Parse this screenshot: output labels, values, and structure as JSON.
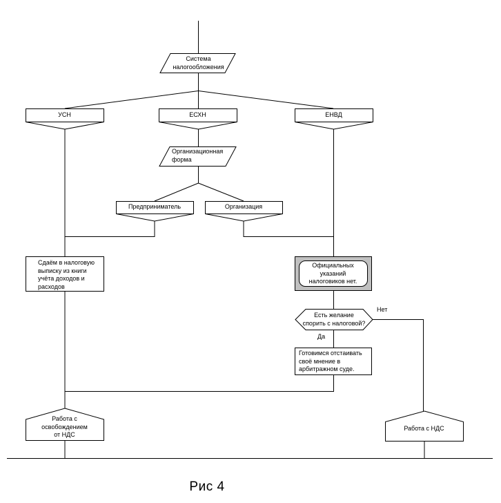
{
  "caption": "Рис 4",
  "colors": {
    "line": "#000000",
    "shape_fill": "#ffffff",
    "terminator_fill": "#c0c0c0"
  },
  "nodes": {
    "tax_system": {
      "type": "parallelogram",
      "label": "Система\nналогообложения"
    },
    "usn": {
      "type": "process-merge",
      "label": "УСН"
    },
    "eshn": {
      "type": "process-merge",
      "label": "ЕСХН"
    },
    "envd": {
      "type": "process-merge",
      "label": "ЕНВД"
    },
    "org_form": {
      "type": "parallelogram",
      "label": "Организационная\nформа"
    },
    "entrepreneur": {
      "type": "process-merge",
      "label": "Предприниматель"
    },
    "organization": {
      "type": "process-merge",
      "label": "Организация"
    },
    "submit_extract": {
      "type": "process",
      "label": "Сдаём в налоговую\nвыписку из книги\nучёта доходов и\nрасходов"
    },
    "no_official": {
      "type": "terminator",
      "label": "Официальных\nуказаний\nналоговиков нет."
    },
    "dispute_decision": {
      "type": "decision",
      "label": "Есть желание\nспорить с налоговой?"
    },
    "defend_opinion": {
      "type": "process",
      "label": "Готовимся отстаивать\nсвоё мнение в\nарбитражном суде."
    },
    "work_without_vat": {
      "type": "pentagon",
      "label": "Работа с\nосвобождением\nот НДС"
    },
    "work_with_vat": {
      "type": "pentagon",
      "label": "Работа с НДС"
    }
  },
  "edge_labels": {
    "no": "Нет",
    "yes": "Да"
  }
}
